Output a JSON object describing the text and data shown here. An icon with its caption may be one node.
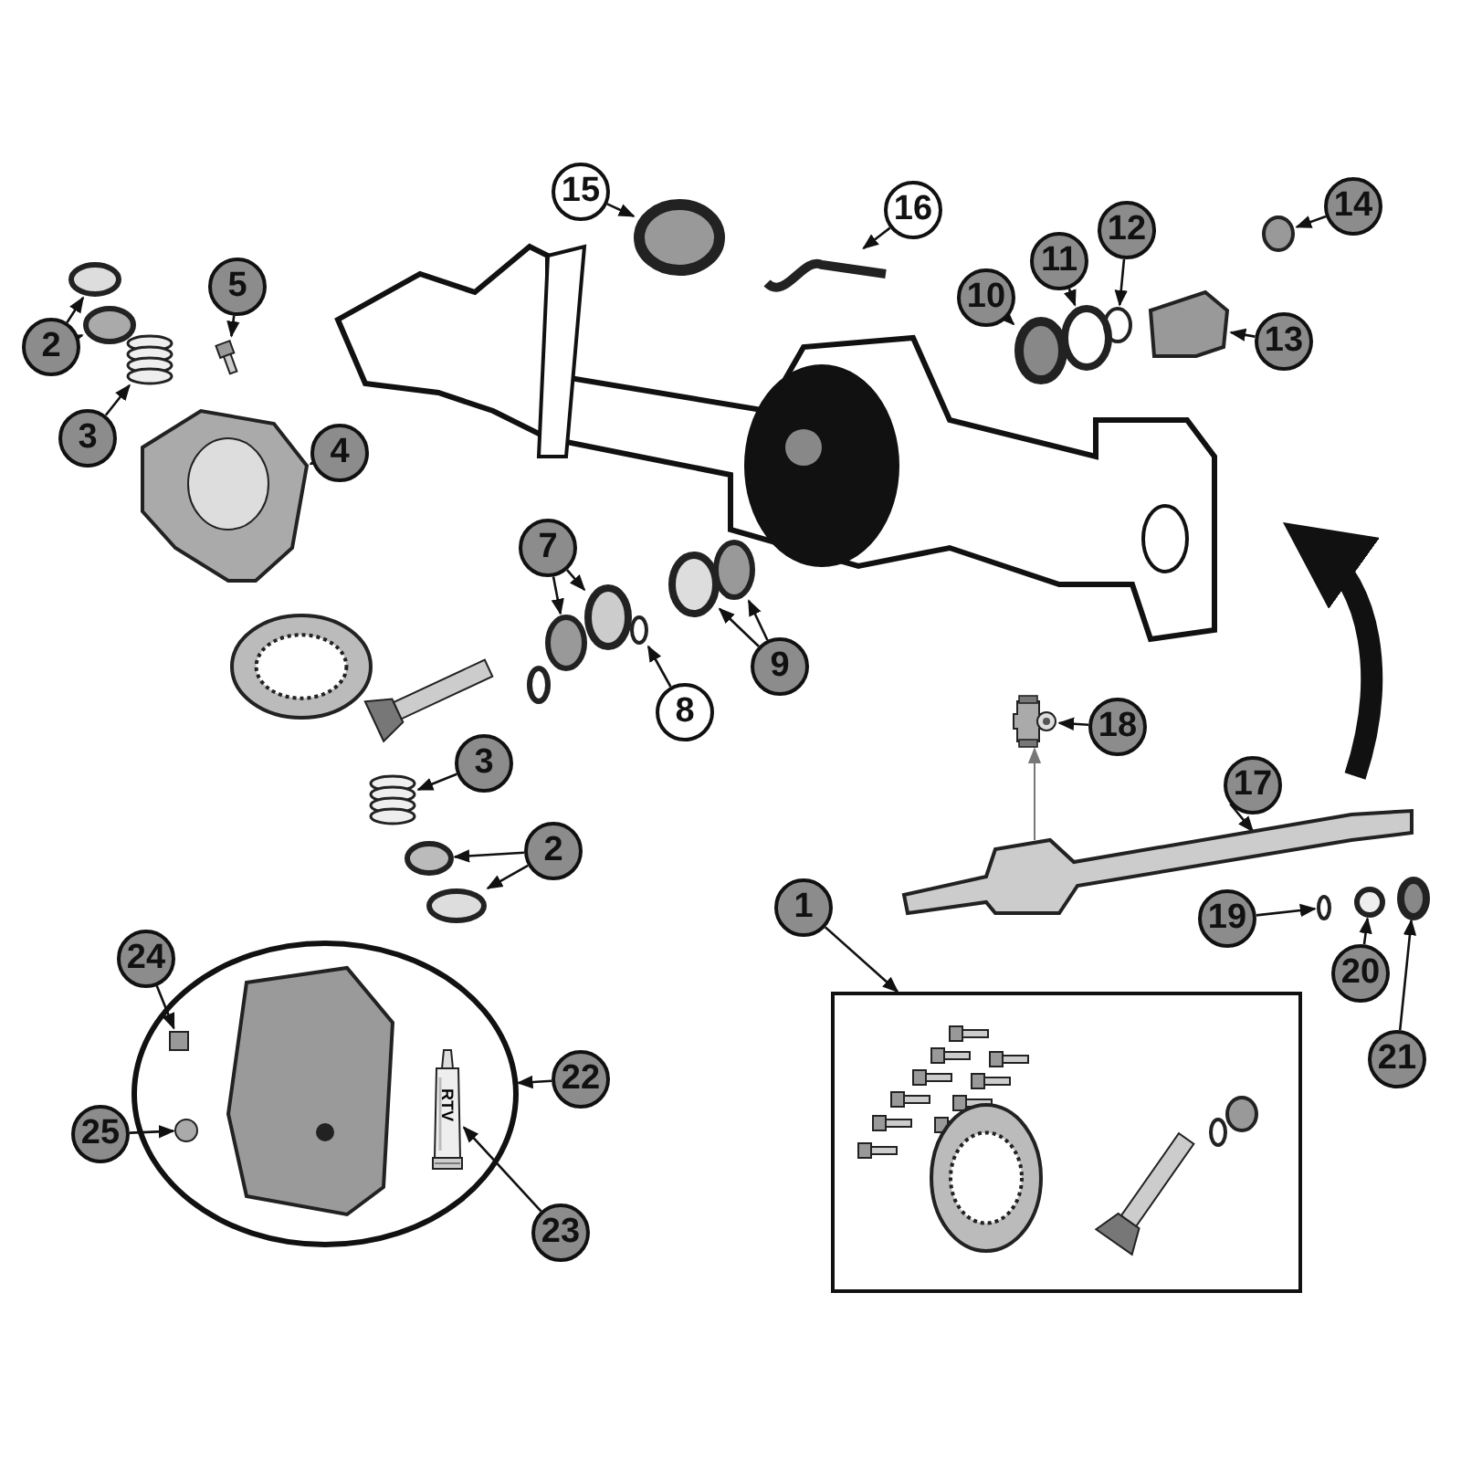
{
  "diagram": {
    "nodes": [
      {
        "text": [
          "15"
        ]
      },
      {
        "text": [
          "16"
        ]
      },
      {
        "text": [
          "14"
        ]
      },
      {
        "text": [
          "12"
        ]
      },
      {
        "text": [
          "11"
        ]
      },
      {
        "text": [
          "10"
        ]
      },
      {
        "text": [
          "5"
        ]
      },
      {
        "text": [
          "2"
        ]
      },
      {
        "text": [
          "13"
        ]
      },
      {
        "text": [
          "3"
        ]
      },
      {
        "text": [
          "4"
        ]
      },
      {
        "text": [
          "7"
        ]
      },
      {
        "text": [
          "9"
        ]
      },
      {
        "text": [
          "8"
        ]
      },
      {
        "text": [
          "18"
        ]
      },
      {
        "text": [
          "17"
        ]
      },
      {
        "text": [
          "3"
        ]
      },
      {
        "text": [
          "2"
        ]
      },
      {
        "text": [
          "1"
        ]
      },
      {
        "text": [
          "19"
        ]
      },
      {
        "text": [
          "24"
        ]
      },
      {
        "text": [
          "22"
        ]
      },
      {
        "text": [
          "20"
        ]
      },
      {
        "text": [
          "25"
        ]
      },
      {
        "text": [
          "21"
        ]
      },
      {
        "text": [
          "23"
        ]
      },
      {
        "text": [],
        "shape": "box"
      },
      {
        "text": [],
        "shape": "ellipse"
      },
      {
        "text": [],
        "shape": "ring"
      },
      {
        "text": [],
        "shape": "picture"
      },
      {
        "text": [],
        "shape": "ring"
      },
      {
        "text": [],
        "shape": "ring"
      },
      {
        "text": [],
        "shape": "ring"
      },
      {
        "text": [],
        "shape": "ring"
      },
      {
        "text": [],
        "shape": "picture"
      },
      {
        "text": [],
        "shape": "ring"
      },
      {
        "text": [],
        "shape": "ring"
      },
      {
        "text": [],
        "shape": "polygon"
      },
      {
        "text": [],
        "shape": "picture"
      },
      {
        "text": [],
        "shape": "picture"
      },
      {
        "text": [],
        "shape": "ring"
      },
      {
        "text": [],
        "shape": "ring"
      },
      {
        "text": [],
        "shape": "ring"
      },
      {
        "text": [],
        "shape": "ring"
      },
      {
        "text": [],
        "shape": "ring"
      },
      {
        "text": [],
        "shape": "picture"
      },
      {
        "text": [],
        "shape": "picture"
      },
      {
        "text": [],
        "shape": "picture"
      },
      {
        "text": [],
        "shape": "ring"
      },
      {
        "text": [],
        "shape": "ring"
      },
      {
        "text": [],
        "shape": "ring"
      },
      {
        "text": [],
        "shape": "box",
        "in": 27
      },
      {
        "text": [],
        "shape": "ring"
      },
      {
        "text": [],
        "shape": "circle",
        "in": 27
      },
      {
        "text": [],
        "shape": "ring"
      },
      {
        "text": [],
        "shape": "picture",
        "in": 27
      }
    ],
    "edges": [
      {
        "from": 0,
        "to": 28,
        "arrow": "to"
      },
      {
        "from": 1,
        "to": 29,
        "arrow": "to"
      },
      {
        "from": 2,
        "to": 30,
        "arrow": "to"
      },
      {
        "from": 3,
        "to": 31,
        "arrow": "to"
      },
      {
        "from": 4,
        "to": 32,
        "arrow": "to"
      },
      {
        "from": 5,
        "to": 33,
        "arrow": "to"
      },
      {
        "from": 6,
        "to": 34,
        "arrow": "to"
      },
      {
        "from": 7,
        "to": 35,
        "arrow": "to"
      },
      {
        "from": 7,
        "to": 36,
        "arrow": "to"
      },
      {
        "from": 8,
        "to": 37,
        "arrow": "to"
      },
      {
        "from": 9,
        "to": 38,
        "arrow": "to"
      },
      {
        "from": 10,
        "to": 39,
        "arrow": "to"
      },
      {
        "from": 11,
        "to": 40,
        "arrow": "to"
      },
      {
        "from": 11,
        "to": 41,
        "arrow": "to"
      },
      {
        "from": 12,
        "to": 42,
        "arrow": "to"
      },
      {
        "from": 12,
        "to": 43,
        "arrow": "to"
      },
      {
        "from": 13,
        "to": 44,
        "arrow": "to"
      },
      {
        "from": 14,
        "to": 45,
        "arrow": "to"
      },
      {
        "from": 15,
        "to": 46,
        "arrow": "to"
      },
      {
        "from": 16,
        "to": 47,
        "arrow": "to"
      },
      {
        "from": 17,
        "to": 48,
        "arrow": "to"
      },
      {
        "from": 17,
        "to": 49,
        "arrow": "to"
      },
      {
        "from": 18,
        "to": 26,
        "arrow": "to"
      },
      {
        "from": 19,
        "to": 50,
        "arrow": "to"
      },
      {
        "from": 20,
        "to": 51,
        "arrow": "to"
      },
      {
        "from": 21,
        "to": 27,
        "arrow": "to"
      },
      {
        "from": 22,
        "to": 52,
        "arrow": "to"
      },
      {
        "from": 23,
        "to": 53,
        "arrow": "to"
      },
      {
        "from": 24,
        "to": 54,
        "arrow": "to"
      },
      {
        "from": 25,
        "to": 55,
        "arrow": "to"
      },
      {
        "from": 46,
        "to": 45,
        "arrow": "to",
        "color": "#777777"
      }
    ],
    "labels": [
      "RTV"
    ]
  }
}
